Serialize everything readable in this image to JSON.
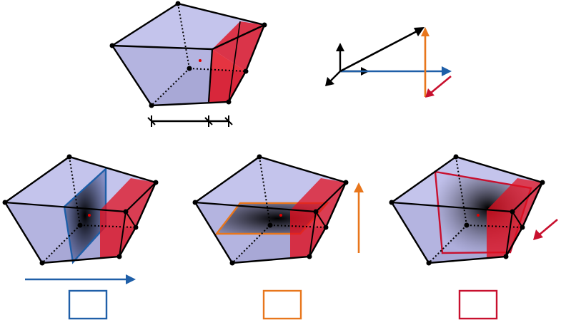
{
  "colors": {
    "face_fill": "#b8b8e6",
    "face_fill_dark": "#a6a6d8",
    "edge": "#000000",
    "red_slab": "#e01020",
    "blue": "#1f5fa8",
    "orange": "#e8761c",
    "crimson": "#c8102e",
    "center_dot": "#e00000"
  },
  "captions": {
    "x_box": "",
    "y_box": "",
    "z_box": ""
  },
  "panels": [
    {
      "id": "reference",
      "cut_plane": "none"
    },
    {
      "id": "x-cut",
      "cut_plane": "x",
      "arrow": "right"
    },
    {
      "id": "y-cut",
      "cut_plane": "y",
      "arrow": "up"
    },
    {
      "id": "z-cut",
      "cut_plane": "z",
      "arrow": "down-left"
    }
  ],
  "axes": [
    "x",
    "y",
    "z"
  ]
}
